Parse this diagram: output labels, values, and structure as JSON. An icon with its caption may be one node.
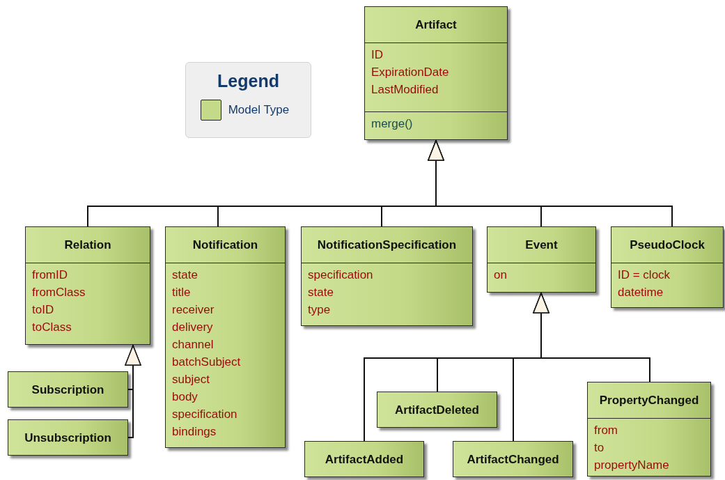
{
  "diagram": {
    "nodes": [
      {
        "text": [
          "Artifact",
          "ID",
          "ExpirationDate",
          "LastModified",
          "merge()"
        ]
      },
      {
        "text": [
          "Relation",
          "fromID",
          "fromClass",
          "toID",
          "toClass"
        ]
      },
      {
        "text": [
          "Notification",
          "state",
          "title",
          "receiver",
          "delivery",
          "channel",
          "batchSubject",
          "subject",
          "body",
          "specification",
          "bindings"
        ]
      },
      {
        "text": [
          "NotificationSpecification",
          "specification",
          "state",
          "type"
        ]
      },
      {
        "text": [
          "Event",
          "on"
        ]
      },
      {
        "text": [
          "PseudoClock",
          "ID = clock",
          "datetime"
        ]
      },
      {
        "text": [
          "Subscription"
        ]
      },
      {
        "text": [
          "Unsubscription"
        ]
      },
      {
        "text": [
          "ArtifactAdded"
        ]
      },
      {
        "text": [
          "ArtifactDeleted"
        ]
      },
      {
        "text": [
          "ArtifactChanged"
        ]
      },
      {
        "text": [
          "PropertyChanged",
          "from",
          "to",
          "propertyName"
        ]
      }
    ],
    "edges": [
      {
        "from": 1,
        "to": 0,
        "arrow": "to"
      },
      {
        "from": 2,
        "to": 0,
        "arrow": "to"
      },
      {
        "from": 3,
        "to": 0,
        "arrow": "to"
      },
      {
        "from": 4,
        "to": 0,
        "arrow": "to"
      },
      {
        "from": 5,
        "to": 0,
        "arrow": "to"
      },
      {
        "from": 6,
        "to": 1,
        "arrow": "to"
      },
      {
        "from": 7,
        "to": 1,
        "arrow": "to"
      },
      {
        "from": 8,
        "to": 4,
        "arrow": "to"
      },
      {
        "from": 9,
        "to": 4,
        "arrow": "to"
      },
      {
        "from": 10,
        "to": 4,
        "arrow": "to"
      },
      {
        "from": 11,
        "to": 4,
        "arrow": "to"
      }
    ],
    "labels": [
      "Legend"
    ],
    "legend": [
      {
        "text": "Model Type",
        "color": "#c5da88"
      }
    ]
  }
}
